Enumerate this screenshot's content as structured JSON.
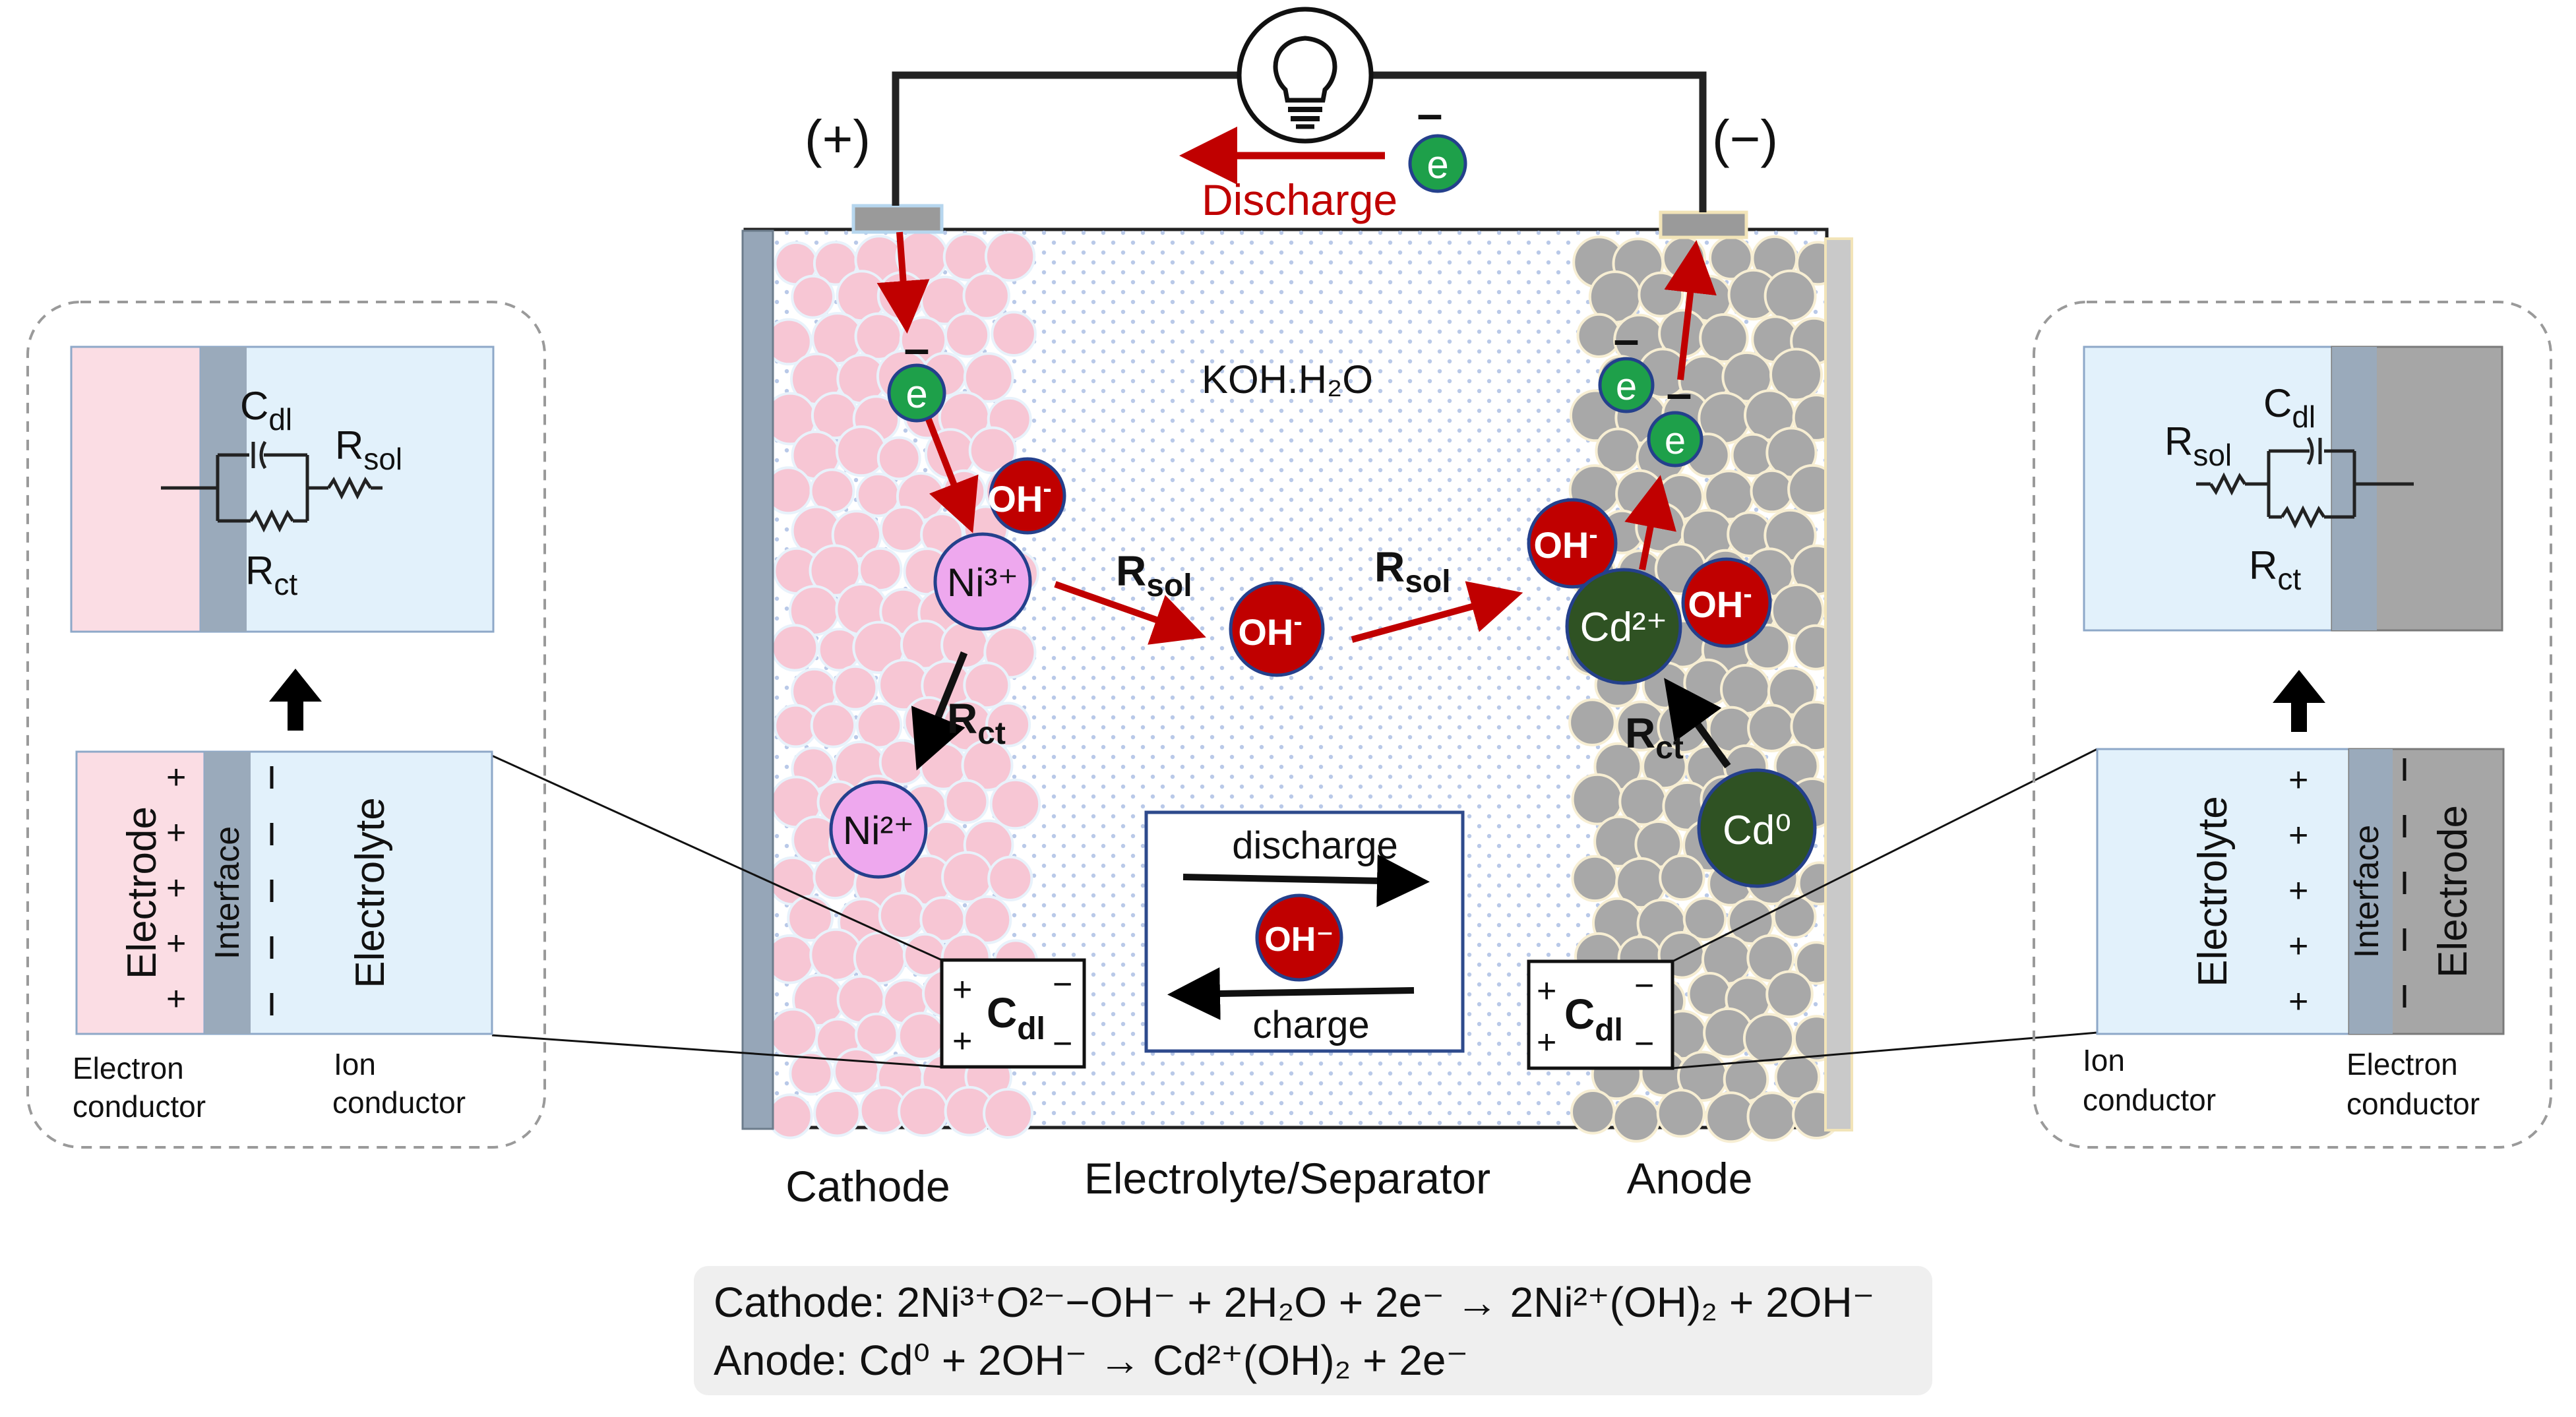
{
  "terminals": {
    "positive": "(+)",
    "negative": "(−)"
  },
  "electron": {
    "symbol": "e",
    "charge_mark": "–"
  },
  "flow": {
    "discharge_label": "Discharge"
  },
  "electrolyte": {
    "formula": "KOH.H₂O"
  },
  "species": {
    "hydroxide": "OH",
    "hydroxide_charge": "-",
    "ni3": "Ni³⁺",
    "ni2": "Ni²⁺",
    "cd2": "Cd²⁺",
    "cd0": "Cd⁰"
  },
  "resistances": {
    "r_sol": "R",
    "r_sol_sub": "sol",
    "r_ct": "R",
    "r_ct_sub": "ct"
  },
  "legend": {
    "discharge": "discharge",
    "charge": "charge",
    "ion": "OH⁻"
  },
  "capacitor": {
    "label": "C",
    "sub": "dl",
    "plus": "+",
    "minus": "−"
  },
  "left_inset": {
    "c_dl": "C",
    "c_dl_sub": "dl",
    "r_sol": "R",
    "r_sol_sub": "sol",
    "r_ct": "R",
    "r_ct_sub": "ct",
    "electrode": "Electrode",
    "interface": "Interface",
    "electrolyte": "Electrolyte",
    "electron_conductor_1": "Electron",
    "electron_conductor_2": "conductor",
    "ion_conductor_1": "Ion",
    "ion_conductor_2": "conductor"
  },
  "right_inset": {
    "c_dl": "C",
    "c_dl_sub": "dl",
    "r_sol": "R",
    "r_sol_sub": "sol",
    "r_ct": "R",
    "r_ct_sub": "ct",
    "electrode": "Electrode",
    "interface": "Interface",
    "electrolyte": "Electrolyte",
    "ion_conductor_1": "Ion",
    "ion_conductor_2": "conductor",
    "electron_conductor_1": "Electron",
    "electron_conductor_2": "conductor"
  },
  "regions": {
    "cathode": "Cathode",
    "separator": "Electrolyte/Separator",
    "anode": "Anode"
  },
  "equations": {
    "cathode": "Cathode: 2Ni³⁺O²⁻−OH⁻ + 2H₂O + 2e⁻ → 2Ni²⁺(OH)₂ + 2OH⁻",
    "anode": "Anode: Cd⁰ + 2OH⁻ → Cd²⁺(OH)₂ + 2e⁻"
  },
  "colors": {
    "arrow_red": "#c00000",
    "hydroxide_fill": "#c00000",
    "electron_fill": "#1ea04a",
    "cathode_particle": "#f7c6d4",
    "anode_particle": "#a8a8a8",
    "ni_fill": "#eea8ee",
    "cd_fill": "#2f5223",
    "electrolyte_blue": "#e2f1fb",
    "electrode_pink": "#fbdde4",
    "electrode_grey": "#a6a6a6",
    "interface_slate": "#9aaabb",
    "frame_blue": "#2e4a8c"
  },
  "icons": {
    "lamp": "light-bulb-icon"
  }
}
